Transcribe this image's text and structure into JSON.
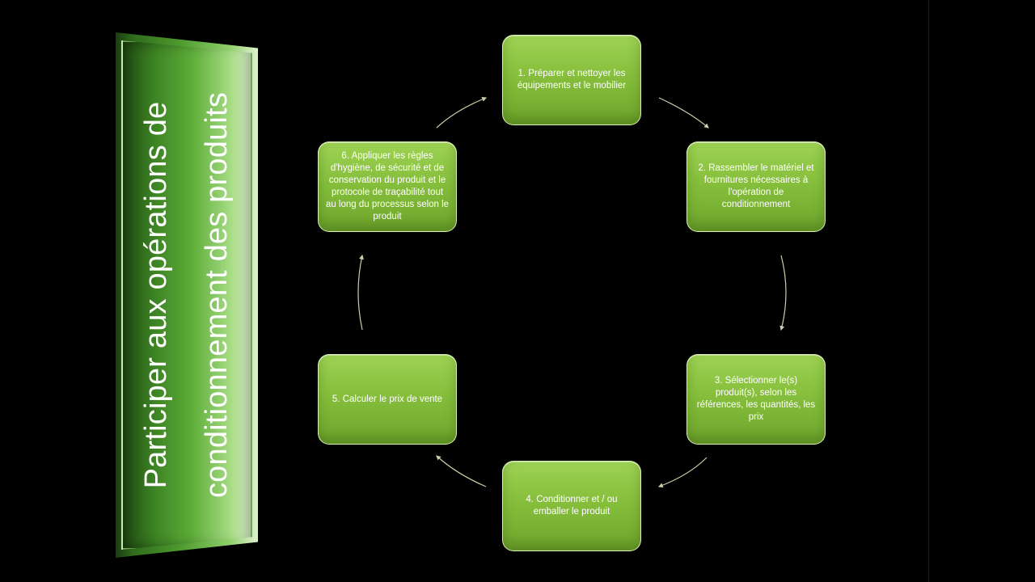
{
  "slide": {
    "title_lines": [
      "Participer aux opérations de",
      "conditionnement des produits"
    ]
  },
  "steps": [
    "1. Préparer et nettoyer les équipements et le mobilier",
    "2. Rassembler le matériel et fournitures nécessaires à l'opération de conditionnement",
    "3. Sélectionner le(s) produit(s), selon les références, les quantités, les prix",
    "4. Conditionner et / ou emballer le produit",
    "5. Calculer le prix de vente",
    "6. Appliquer les règles d'hygiène, de sécurité et de conservation du produit et le protocole de traçabilité tout au long du processus selon le produit"
  ],
  "colors": {
    "background": "#000000",
    "step_fill": "#86bf3c",
    "step_border": "#e8f8c8",
    "banner_green": "#4c9a2d",
    "connector": "#c9cfaa"
  }
}
